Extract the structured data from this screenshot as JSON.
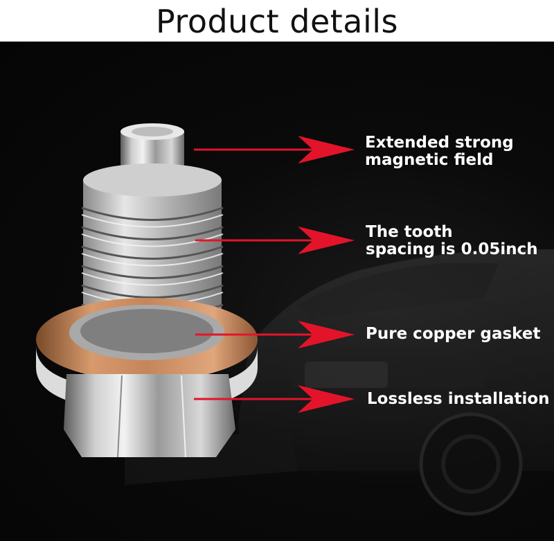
{
  "title": "Product details",
  "colors": {
    "arrow": "#e3142a",
    "background": "#070707",
    "label_text": "#ffffff",
    "title_text": "#111111"
  },
  "features": [
    {
      "lines": [
        "Extended strong",
        "magnetic field"
      ]
    },
    {
      "lines": [
        "The tooth",
        "spacing is 0.05inch"
      ]
    },
    {
      "lines": [
        "Pure copper gasket"
      ]
    },
    {
      "lines": [
        "Lossless installation"
      ]
    }
  ]
}
